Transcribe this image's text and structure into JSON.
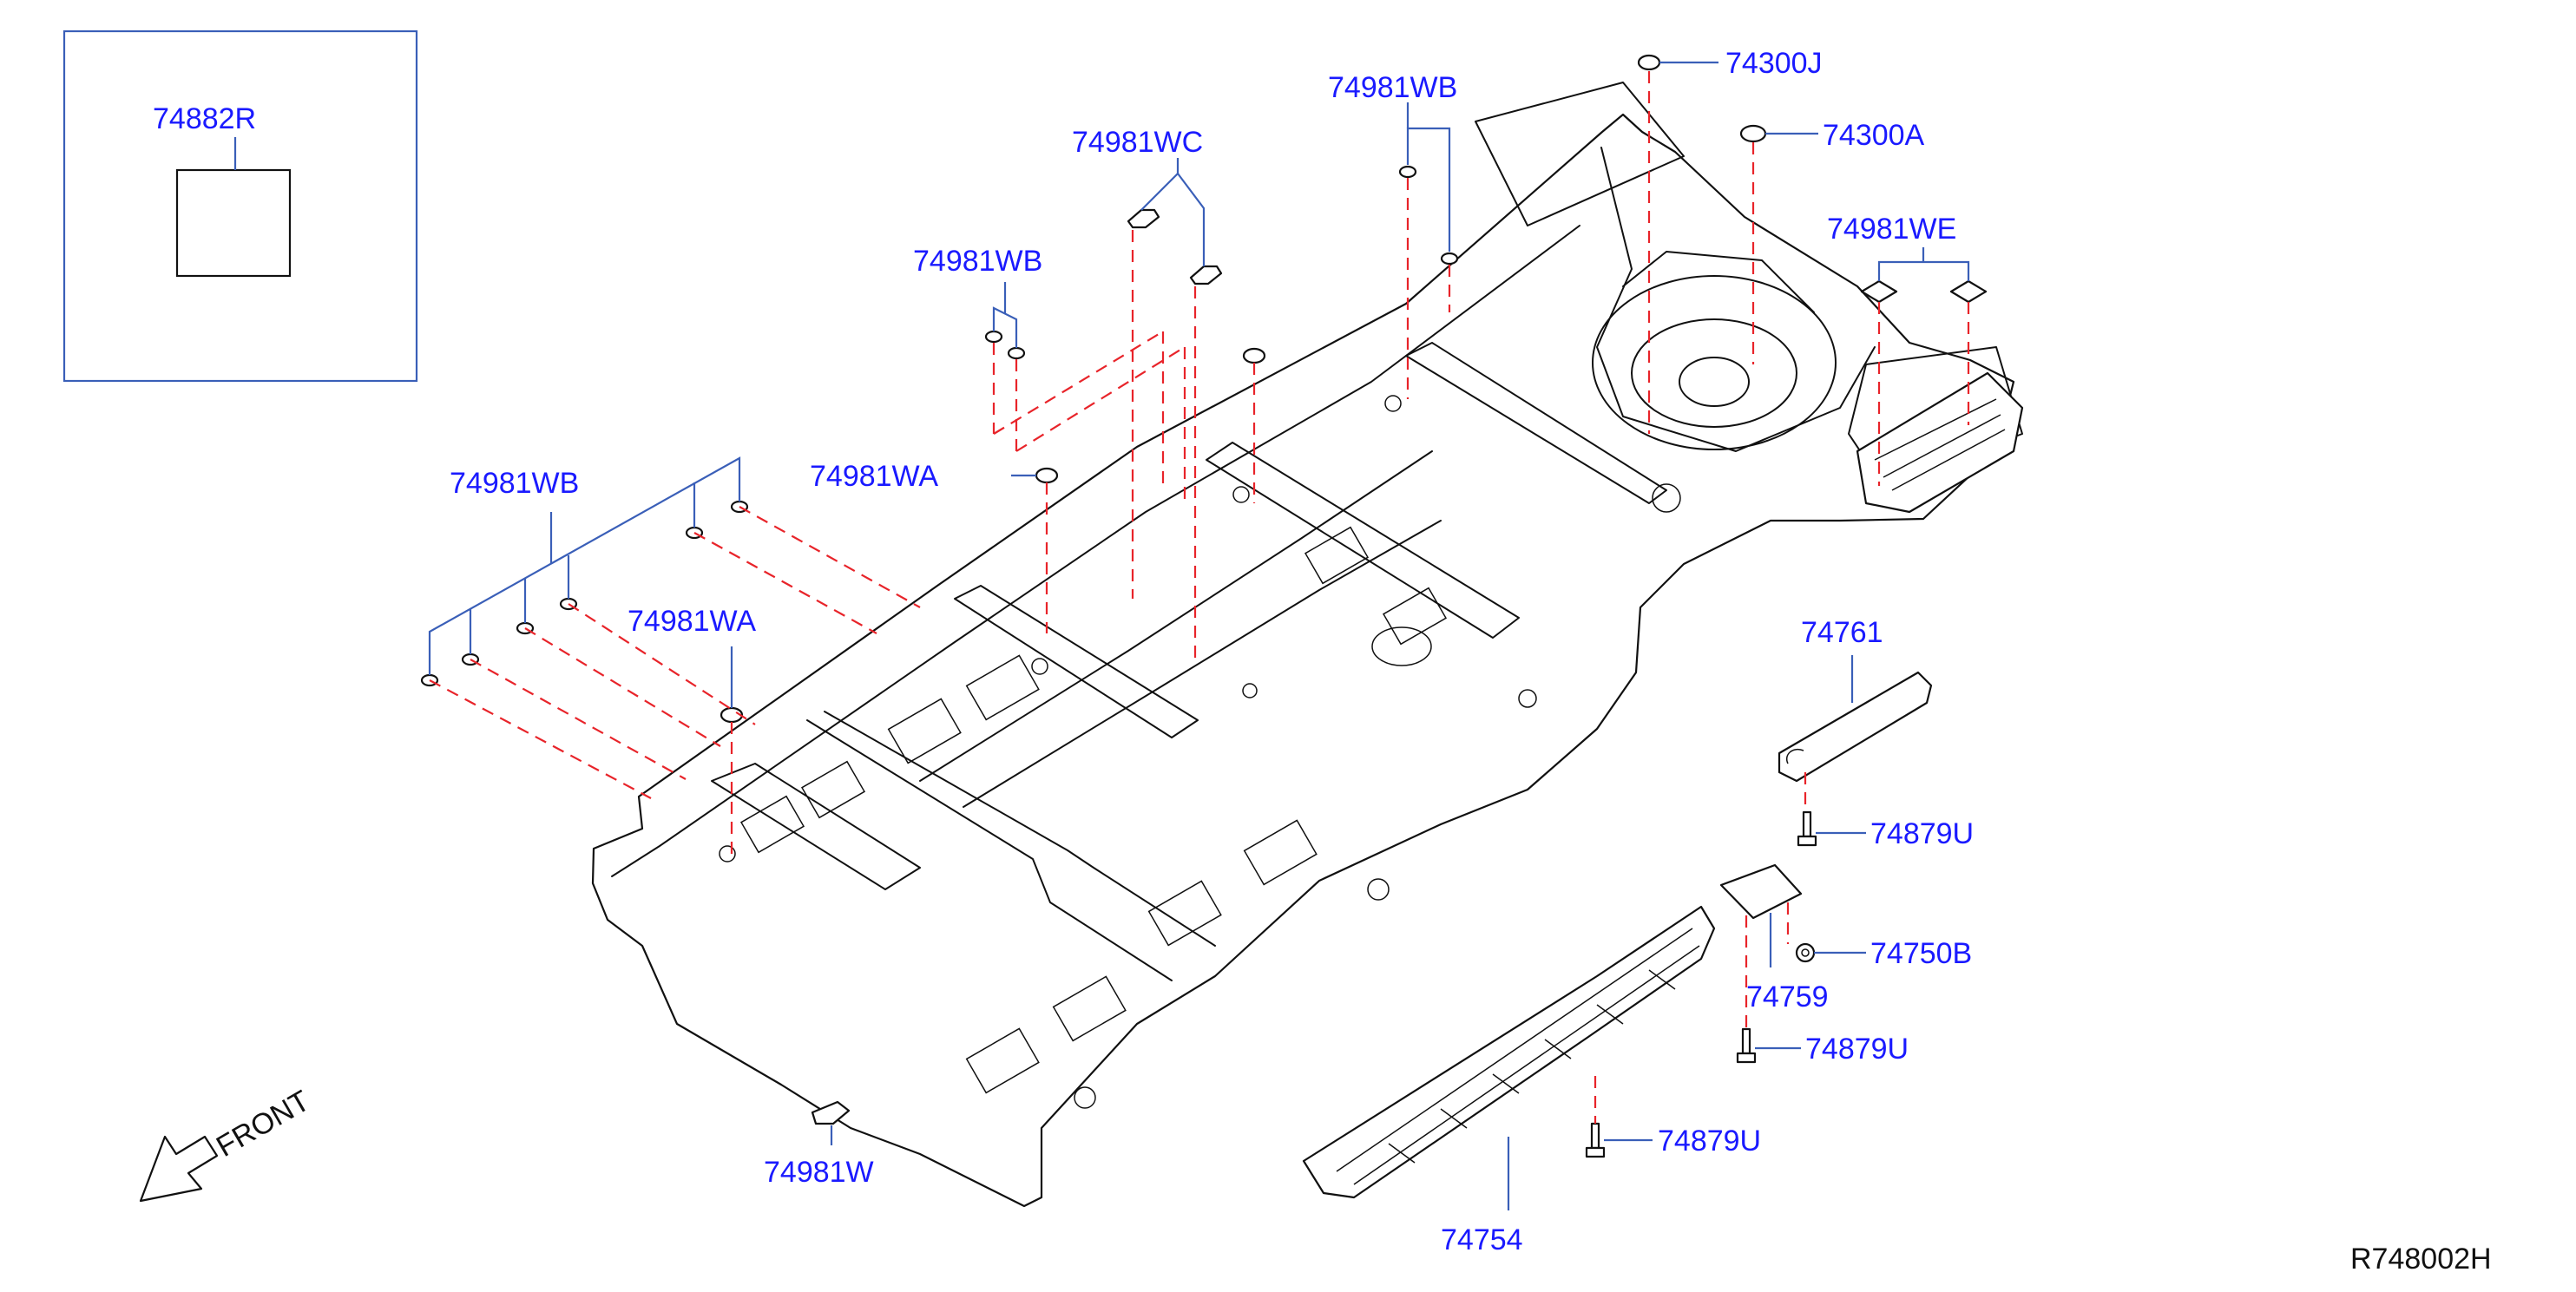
{
  "diagram_id": "R748002H",
  "direction_label": "FRONT",
  "colors": {
    "part_number": "#1a1aff",
    "leader_line": "#3a5fb8",
    "fastener_dash": "#e8242a",
    "outline": "#111111"
  },
  "inset": {
    "part": "74882R"
  },
  "parts": {
    "p74300J": "74300J",
    "p74300A": "74300A",
    "p74981WB_top": "74981WB",
    "p74981WC": "74981WC",
    "p74981WB_mid": "74981WB",
    "p74981WE": "74981WE",
    "p74981WA_upper": "74981WA",
    "p74981WB_left": "74981WB",
    "p74981WA_lower": "74981WA",
    "p74761": "74761",
    "p74879U_a": "74879U",
    "p74750B": "74750B",
    "p74759": "74759",
    "p74879U_b": "74879U",
    "p74879U_c": "74879U",
    "p74754": "74754",
    "p74981W": "74981W"
  }
}
